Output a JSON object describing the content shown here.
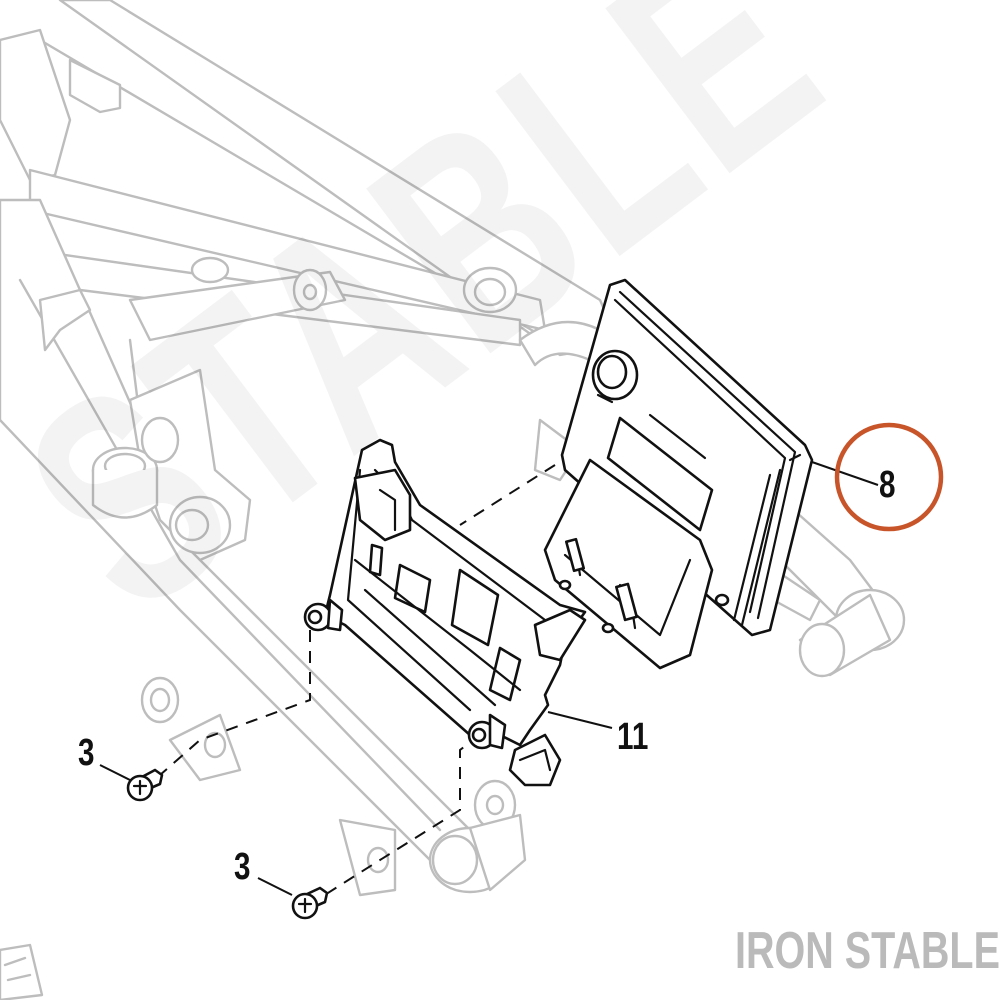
{
  "diagram": {
    "callouts": [
      {
        "id": "part-8",
        "label": "8",
        "highlighted": true
      },
      {
        "id": "part-11",
        "label": "11",
        "highlighted": false
      },
      {
        "id": "part-3-upper",
        "label": "3",
        "highlighted": false
      },
      {
        "id": "part-3-lower",
        "label": "3",
        "highlighted": false
      }
    ],
    "watermark_text": "STABLE",
    "brand_text": "IRON STABLE"
  },
  "colors": {
    "highlight_ring": "#c8542a",
    "part_stroke": "#111111",
    "frame_stroke": "#bdbdbd",
    "brand_text": "#bababa"
  }
}
